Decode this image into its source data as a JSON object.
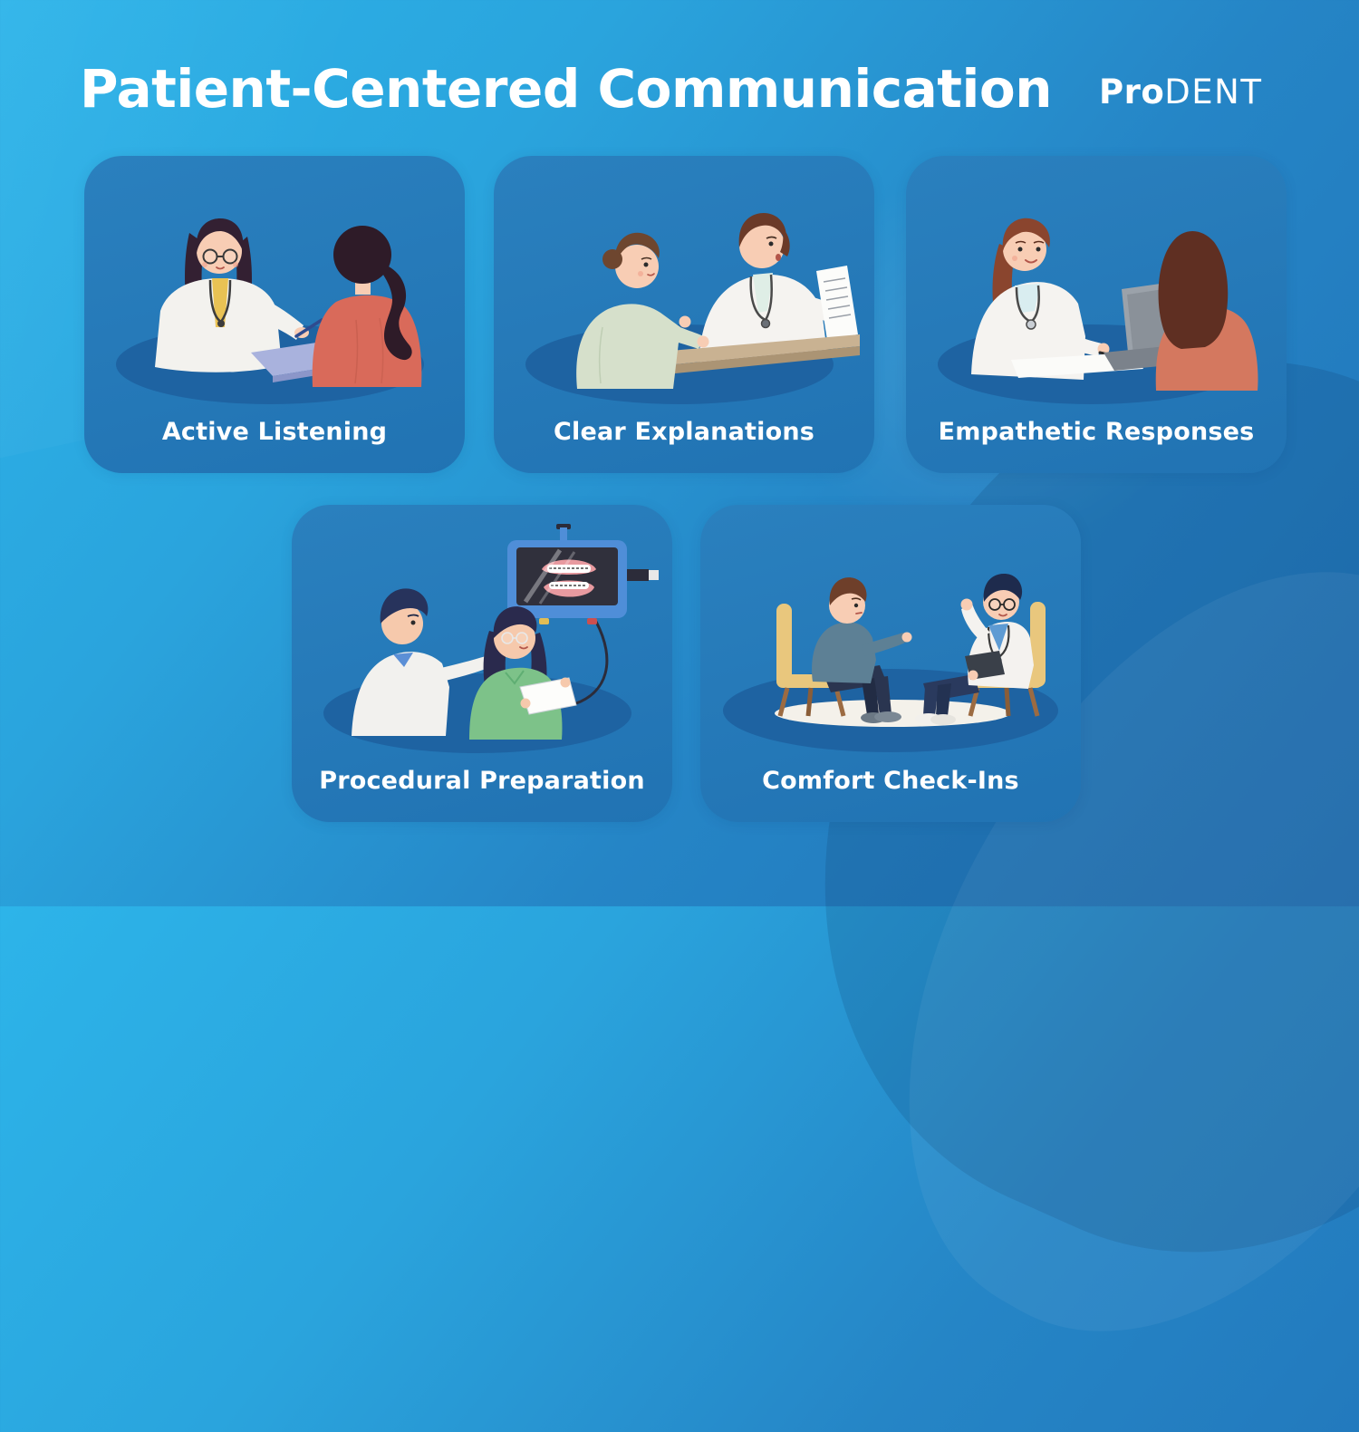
{
  "header": {
    "title": "Patient-Centered Communication",
    "brand": {
      "bold": "Pro",
      "light": "DENT"
    }
  },
  "cards": [
    {
      "label": "Active Listening",
      "illustration": "doctor-taking-notes-while-listening-to-patient"
    },
    {
      "label": "Clear Explanations",
      "illustration": "doctor-showing-document-to-patient-at-table"
    },
    {
      "label": "Empathetic Responses",
      "illustration": "doctor-with-laptop-talking-to-patient"
    },
    {
      "label": "Procedural Preparation",
      "illustration": "dentist-and-assistant-with-dental-monitor-and-tablet"
    },
    {
      "label": "Comfort Check-Ins",
      "illustration": "doctor-chatting-with-seated-patient"
    }
  ],
  "colors": {
    "background_top": "#2DB4E9",
    "background_bottom": "#2173B8",
    "card": "#2579B9",
    "card_ground_ellipse": "#1E63A2",
    "text": "#FFFFFF",
    "patient_shirt_salmon": "#D96A5A",
    "doctor_coat_white": "#F4F2EF",
    "scrubs_green": "#7DC289",
    "chair_tan": "#E9C77D"
  }
}
